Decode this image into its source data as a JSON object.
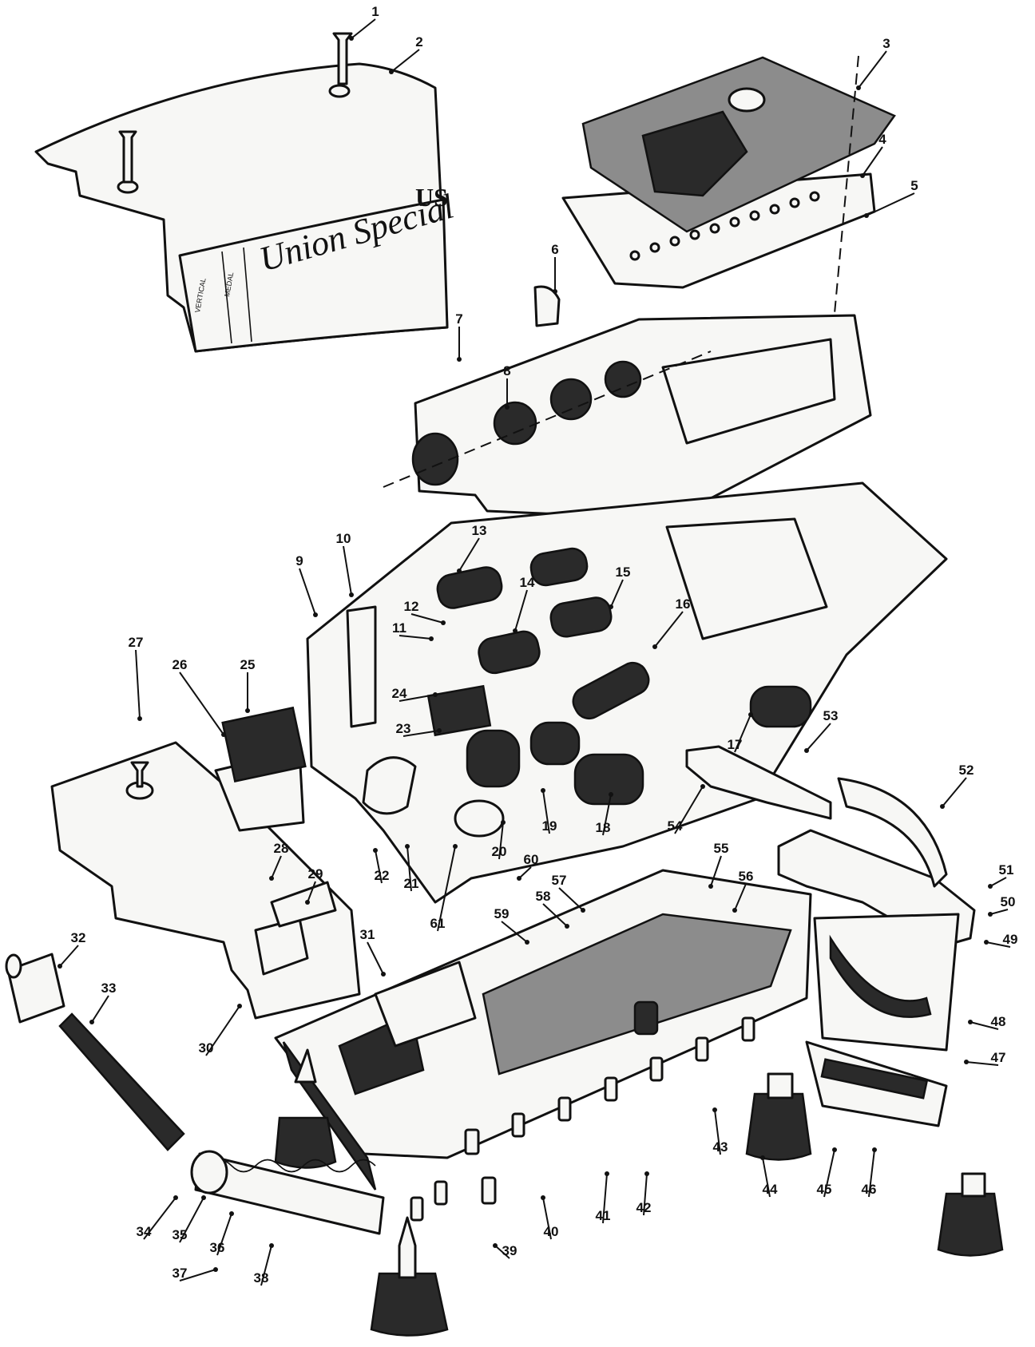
{
  "diagram": {
    "brand_text": "Union Special",
    "brand_mark": "US",
    "cover_label_left": "VERTICAL",
    "cover_label_mid": "MEDAL",
    "callouts": [
      {
        "id": "c1",
        "label": "1"
      },
      {
        "id": "c2",
        "label": "2"
      },
      {
        "id": "c3",
        "label": "3"
      },
      {
        "id": "c4",
        "label": "4"
      },
      {
        "id": "c5",
        "label": "5"
      },
      {
        "id": "c6",
        "label": "6"
      },
      {
        "id": "c7",
        "label": "7"
      },
      {
        "id": "c8",
        "label": "8"
      },
      {
        "id": "c9",
        "label": "9"
      },
      {
        "id": "c10",
        "label": "10"
      },
      {
        "id": "c11",
        "label": "11"
      },
      {
        "id": "c12",
        "label": "12"
      },
      {
        "id": "c13",
        "label": "13"
      },
      {
        "id": "c14",
        "label": "14"
      },
      {
        "id": "c15",
        "label": "15"
      },
      {
        "id": "c16",
        "label": "16"
      },
      {
        "id": "c17",
        "label": "17"
      },
      {
        "id": "c18",
        "label": "18"
      },
      {
        "id": "c19",
        "label": "19"
      },
      {
        "id": "c20",
        "label": "20"
      },
      {
        "id": "c21",
        "label": "21"
      },
      {
        "id": "c22",
        "label": "22"
      },
      {
        "id": "c23",
        "label": "23"
      },
      {
        "id": "c24",
        "label": "24"
      },
      {
        "id": "c25",
        "label": "25"
      },
      {
        "id": "c26",
        "label": "26"
      },
      {
        "id": "c27",
        "label": "27"
      },
      {
        "id": "c28",
        "label": "28"
      },
      {
        "id": "c29",
        "label": "29"
      },
      {
        "id": "c30",
        "label": "30"
      },
      {
        "id": "c31",
        "label": "31"
      },
      {
        "id": "c32",
        "label": "32"
      },
      {
        "id": "c33",
        "label": "33"
      },
      {
        "id": "c34",
        "label": "34"
      },
      {
        "id": "c35",
        "label": "35"
      },
      {
        "id": "c36",
        "label": "36"
      },
      {
        "id": "c37",
        "label": "37"
      },
      {
        "id": "c38",
        "label": "38"
      },
      {
        "id": "c39",
        "label": "39"
      },
      {
        "id": "c40",
        "label": "40"
      },
      {
        "id": "c41",
        "label": "41"
      },
      {
        "id": "c42",
        "label": "42"
      },
      {
        "id": "c43",
        "label": "43"
      },
      {
        "id": "c44",
        "label": "44"
      },
      {
        "id": "c45",
        "label": "45"
      },
      {
        "id": "c46",
        "label": "46"
      },
      {
        "id": "c47",
        "label": "47"
      },
      {
        "id": "c48",
        "label": "48"
      },
      {
        "id": "c49",
        "label": "49"
      },
      {
        "id": "c50",
        "label": "50"
      },
      {
        "id": "c51",
        "label": "51"
      },
      {
        "id": "c52",
        "label": "52"
      },
      {
        "id": "c53",
        "label": "53"
      },
      {
        "id": "c54",
        "label": "54"
      },
      {
        "id": "c55",
        "label": "55"
      },
      {
        "id": "c56",
        "label": "56"
      },
      {
        "id": "c57",
        "label": "57"
      },
      {
        "id": "c58",
        "label": "58"
      },
      {
        "id": "c59",
        "label": "59"
      },
      {
        "id": "c60",
        "label": "60"
      },
      {
        "id": "c61",
        "label": "61"
      }
    ]
  }
}
